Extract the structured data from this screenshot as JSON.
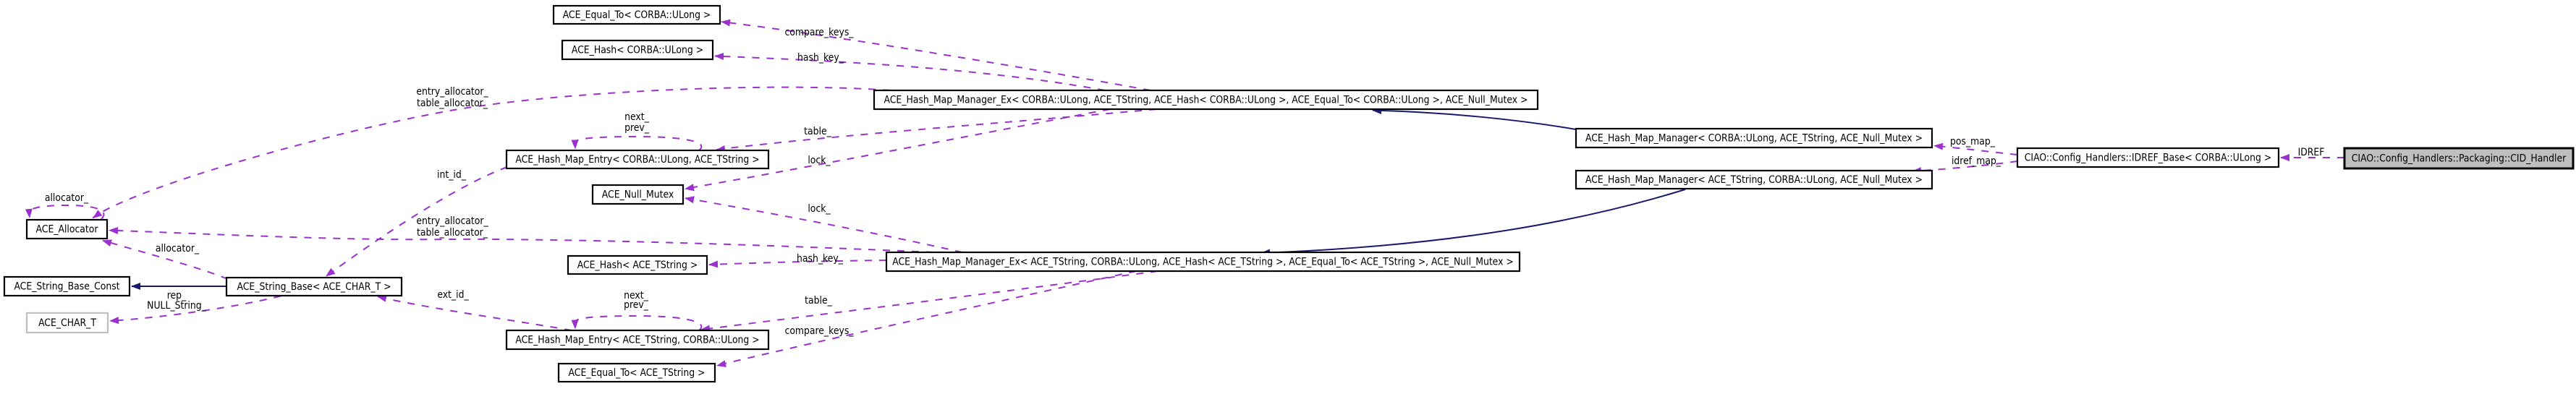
{
  "diagram": {
    "type": "doxygen-collaboration-graph",
    "focus_class": "CIAO::Config_Handlers::Packaging::CID_Handler"
  },
  "colors": {
    "background": "#ffffff",
    "usage_edge": "#9a32cd",
    "inheritance_edge": "#191970",
    "node_border": "#000000",
    "node_fill": "#ffffff",
    "focus_fill": "#bfbfbf",
    "undocumented_border": "#bebebe",
    "text": "#000000"
  },
  "nodes": {
    "equal_to_ulong": {
      "label": "ACE_Equal_To< CORBA::ULong >"
    },
    "hash_ulong": {
      "label": "ACE_Hash< CORBA::ULong >"
    },
    "manager_ex_ulong": {
      "label": "ACE_Hash_Map_Manager_Ex< CORBA::ULong, ACE_TString, ACE_Hash< CORBA::ULong >, ACE_Equal_To< CORBA::ULong >, ACE_Null_Mutex >"
    },
    "manager_ulong": {
      "label": "ACE_Hash_Map_Manager< CORBA::ULong, ACE_TString, ACE_Null_Mutex >"
    },
    "idref_base": {
      "label": "CIAO::Config_Handlers::IDREF_Base< CORBA::ULong >"
    },
    "cid_handler": {
      "label": "CIAO::Config_Handlers::Packaging::CID_Handler"
    },
    "manager_tstring": {
      "label": "ACE_Hash_Map_Manager< ACE_TString, CORBA::ULong, ACE_Null_Mutex >"
    },
    "entry_ulong": {
      "label": "ACE_Hash_Map_Entry< CORBA::ULong, ACE_TString >"
    },
    "null_mutex": {
      "label": "ACE_Null_Mutex"
    },
    "allocator": {
      "label": "ACE_Allocator"
    },
    "string_base_const": {
      "label": "ACE_String_Base_Const"
    },
    "string_base": {
      "label": "ACE_String_Base< ACE_CHAR_T >"
    },
    "ace_char_t": {
      "label": "ACE_CHAR_T"
    },
    "hash_tstring": {
      "label": "ACE_Hash< ACE_TString >"
    },
    "manager_ex_tstring": {
      "label": "ACE_Hash_Map_Manager_Ex< ACE_TString, CORBA::ULong, ACE_Hash< ACE_TString >, ACE_Equal_To< ACE_TString >, ACE_Null_Mutex >"
    },
    "entry_tstring": {
      "label": "ACE_Hash_Map_Entry< ACE_TString, CORBA::ULong >"
    },
    "equal_to_tstring": {
      "label": "ACE_Equal_To< ACE_TString >"
    }
  },
  "edges": {
    "compare_keys_1": {
      "label": "compare_keys_"
    },
    "hash_key_1": {
      "label": "hash_key_"
    },
    "entry_table_alloc_1": {
      "label_line1": "entry_allocator_",
      "label_line2": "table_allocator_"
    },
    "table_1": {
      "label": "table_"
    },
    "lock_1": {
      "label": "lock_"
    },
    "next_prev_1": {
      "label_line1": "next_",
      "label_line2": "prev_"
    },
    "int_id": {
      "label": "int_id_"
    },
    "allocator_self": {
      "label": "allocator_"
    },
    "allocator_string_base": {
      "label": "allocator_"
    },
    "entry_table_alloc_2": {
      "label_line1": "entry_allocator_",
      "label_line2": "table_allocator_"
    },
    "hash_key_2": {
      "label": "hash_key_"
    },
    "table_2": {
      "label": "table_"
    },
    "lock_2": {
      "label": "lock_"
    },
    "compare_keys_2": {
      "label": "compare_keys_"
    },
    "next_prev_2": {
      "label_line1": "next_",
      "label_line2": "prev_"
    },
    "ext_id": {
      "label": "ext_id_"
    },
    "rep_null_string": {
      "label_line1": "rep_",
      "label_line2": "NULL_String_"
    },
    "pos_map": {
      "label": "pos_map_"
    },
    "idref_map": {
      "label": "idref_map_"
    },
    "idref": {
      "label": "IDREF"
    }
  }
}
